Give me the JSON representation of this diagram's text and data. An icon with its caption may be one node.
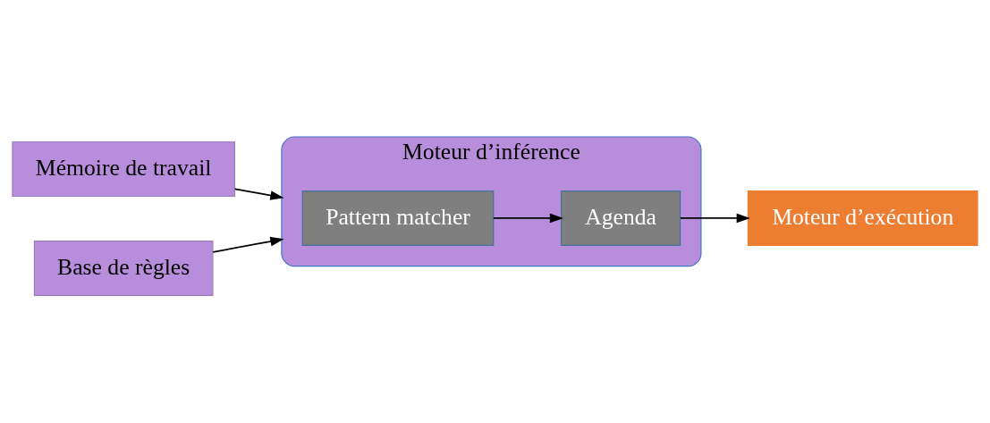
{
  "diagram": {
    "nodes": [
      {
        "text": [
          "Mémoire de travail"
        ]
      },
      {
        "text": [
          "Base de règles"
        ]
      },
      {
        "text": [
          "Moteur d’inférence"
        ]
      },
      {
        "text": [
          "Pattern matcher"
        ],
        "in": 2
      },
      {
        "text": [
          "Agenda"
        ],
        "in": 2
      },
      {
        "text": [
          "Moteur d’exécution"
        ]
      }
    ],
    "edges": [
      {
        "from": 0,
        "to": 2,
        "arrow": "to"
      },
      {
        "from": 1,
        "to": 2,
        "arrow": "to"
      },
      {
        "from": 3,
        "to": 4,
        "arrow": "to"
      },
      {
        "from": 4,
        "to": 5,
        "arrow": "to"
      }
    ]
  }
}
